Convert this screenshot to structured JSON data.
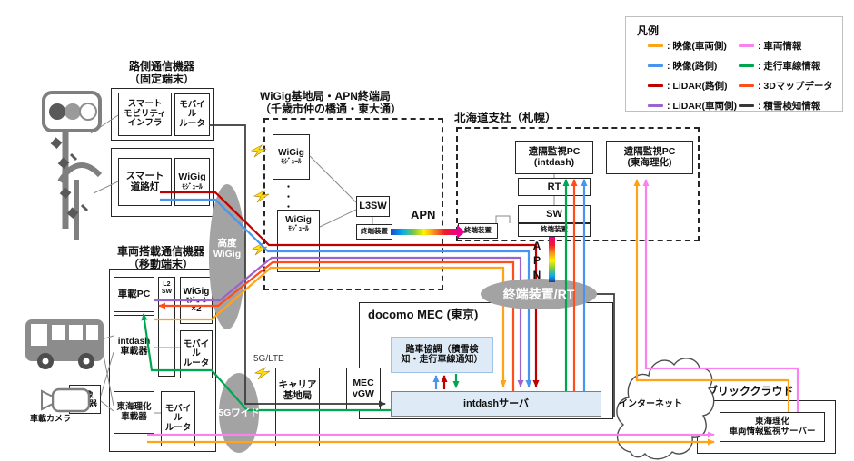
{
  "colors": {
    "video_vehicle": "#FFA318",
    "video_roadside": "#4795F0",
    "lidar_roadside": "#C00000",
    "lidar_vehicle": "#9C62CE",
    "vehicle_info": "#FA82F0",
    "lane_info": "#00A550",
    "map3d": "#FF4E1B",
    "snow_info": "#383838",
    "ellipse_gray": "#A3A3A3",
    "icon_gray": "#8C8C8C",
    "bolt_yellow": "#FFE214",
    "light_blue_fill": "#DEEBF7"
  },
  "legend": {
    "title": "凡例",
    "items": [
      {
        "label": ": 映像(車両側)",
        "color": "#FFA318"
      },
      {
        "label": ": 映像(路側)",
        "color": "#4795F0"
      },
      {
        "label": ": LiDAR(路側)",
        "color": "#C00000"
      },
      {
        "label": ": LiDAR(車両側)",
        "color": "#9C62CE"
      },
      {
        "label": ": 車両情報",
        "color": "#FA82F0"
      },
      {
        "label": ": 走行車線情報",
        "color": "#00A550"
      },
      {
        "label": ": 3Dマップデータ",
        "color": "#FF4E1B"
      },
      {
        "label": ": 積雪検知情報",
        "color": "#383838"
      }
    ]
  },
  "roadside": {
    "title": "路側通信機器\n（固定端末）",
    "smart_mobility_infra": "スマート\nモビリティ\nインフラ",
    "mobile_router": "モバイル\nルータ",
    "smart_road_light": "スマート\n道路灯",
    "wigig": "WiGig",
    "wigig_module": "ﾓｼﾞｭｰﾙ"
  },
  "vehicle": {
    "title": "車両搭載通信機器\n（移動端末）",
    "pc": "車載PC",
    "l2sw": "L2\nSW",
    "wigig": "WiGig",
    "wigig_module": "ﾓｼﾞｭｰﾙ",
    "x2": "×2",
    "intdash_unit": "intdash\n車載器",
    "mobile_router1": "モバイル\nルータ",
    "tokai_unit": "東海理化\n車載器",
    "mobile_router2": "モバイル\nルータ",
    "video_splitter": "映像\n分配器",
    "camera": "車載カメラ"
  },
  "wigig_base": {
    "title": "WiGig基地局・APN終端局\n（千歳市仲の橋通・東大通）",
    "wigig": "WiGig",
    "module": "ﾓｼﾞｭｰﾙ",
    "dots": "・\n・\n・",
    "l3sw": "L3SW",
    "terminal": "終端装置",
    "apn": "APN"
  },
  "hokkaido": {
    "title": "北海道支社（札幌）",
    "pc_intdash": "遠隔監視PC\n(intdash)",
    "pc_tokai": "遠隔監視PC\n(東海理化)",
    "rt": "RT",
    "sw": "SW",
    "terminal": "終端装置",
    "terminal_left": "終端装置",
    "apn_vertical": "A\nP\nN"
  },
  "mec": {
    "title": "docomo MEC (東京)",
    "coordination": "路車協調（積雪検\n知・走行車線通知）",
    "intdash_server": "intdashサーバ",
    "vgw": "MEC\nvGW",
    "carrier_bs": "キャリア\n基地局",
    "label_5glte": "5G/LTE"
  },
  "overlays": {
    "adv_wigig": "高度\nWiGig",
    "wide_5g": "5Gワイド",
    "terminal_rt": "終端装置/RT"
  },
  "cloud": {
    "internet": "インターネット"
  },
  "public_cloud": {
    "title": "パブリッククラウド",
    "server": "東海理化\n車両情報監視サーバー"
  }
}
